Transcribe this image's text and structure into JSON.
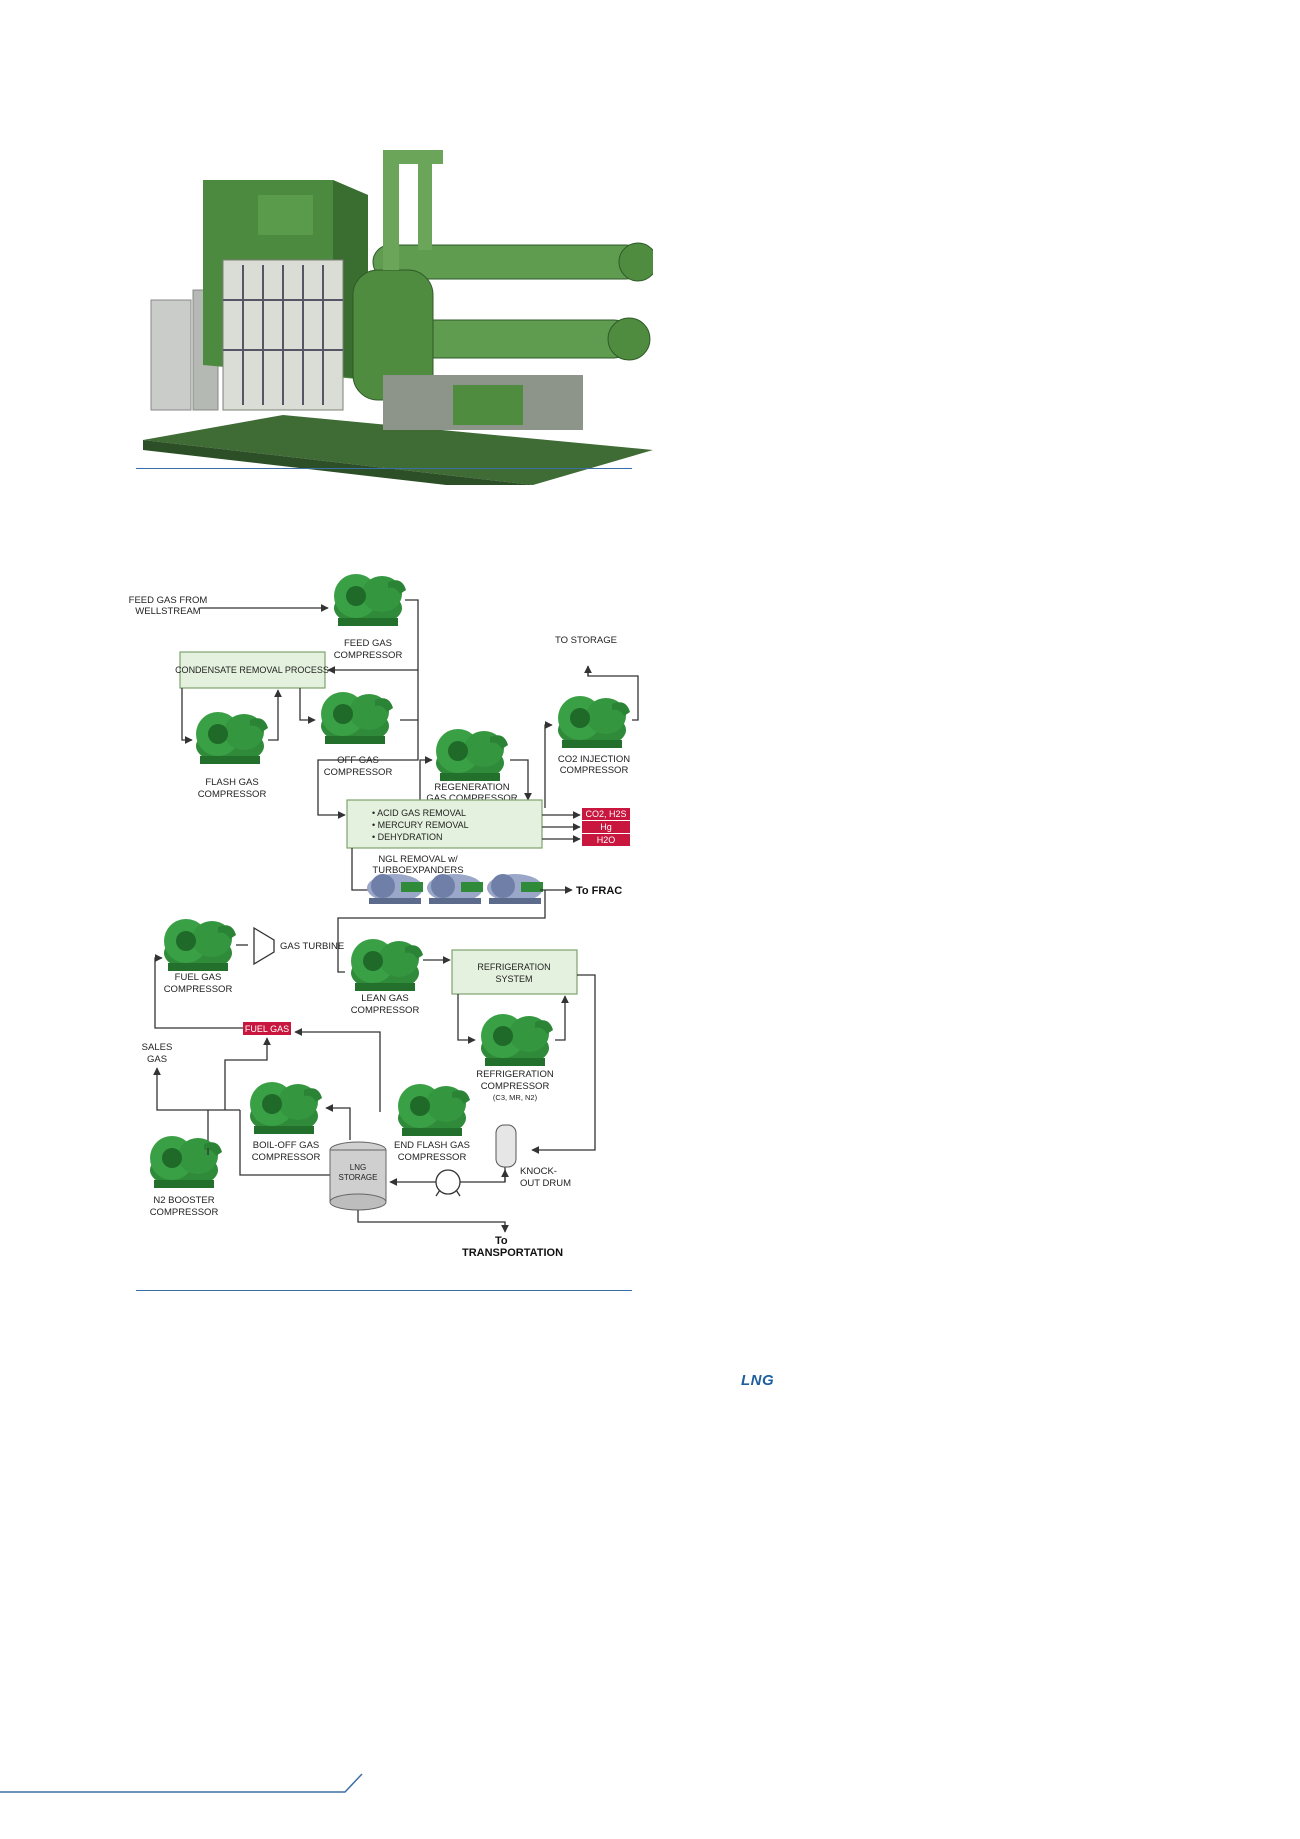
{
  "brand_mark": "LNG",
  "colors": {
    "accent_blue": "#1f5fa0",
    "rule_blue": "#3b6ea5",
    "equipment_green": "#2f8a3a",
    "process_box": "#e4f1de",
    "product_tag": "#c8163f"
  },
  "diagram": {
    "feed_gas_source": [
      "FEED GAS FROM",
      "WELLSTREAM"
    ],
    "feed_gas_compressor": [
      "FEED GAS",
      "COMPRESSOR"
    ],
    "condensate_removal": "CONDENSATE REMOVAL PROCESS",
    "flash_gas_compressor": [
      "FLASH GAS",
      "COMPRESSOR"
    ],
    "off_gas_compressor": [
      "OFF GAS",
      "COMPRESSOR"
    ],
    "to_storage": "TO STORAGE",
    "co2_injection_compressor": [
      "CO2 INJECTION",
      "COMPRESSOR"
    ],
    "regeneration_compressor": [
      "REGENERATION",
      "GAS COMPRESSOR"
    ],
    "treatment_items": [
      "• ACID GAS REMOVAL",
      "• MERCURY REMOVAL",
      "• DEHYDRATION"
    ],
    "tags": [
      "CO2, H2S",
      "Hg",
      "H2O"
    ],
    "ngl_removal": [
      "NGL REMOVAL w/",
      "TURBOEXPANDERS"
    ],
    "to_frac": "To FRAC",
    "fuel_gas_compressor": [
      "FUEL GAS",
      "COMPRESSOR"
    ],
    "gas_turbine": "GAS TURBINE",
    "lean_gas_compressor": [
      "LEAN GAS",
      "COMPRESSOR"
    ],
    "refrigeration_system": [
      "REFRIGERATION",
      "SYSTEM"
    ],
    "refrigeration_compressor": [
      "REFRIGERATION",
      "COMPRESSOR",
      "(C3, MR, N2)"
    ],
    "fuel_gas_tag": "FUEL GAS",
    "sales_gas": [
      "SALES",
      "GAS"
    ],
    "boil_off_compressor": [
      "BOIL-OFF GAS",
      "COMPRESSOR"
    ],
    "end_flash_compressor": [
      "END FLASH GAS",
      "COMPRESSOR"
    ],
    "knock_out_drum": [
      "KNOCK-",
      "OUT DRUM"
    ],
    "lng_storage": [
      "LNG",
      "STORAGE"
    ],
    "n2_booster_compressor": [
      "N2 BOOSTER",
      "COMPRESSOR"
    ],
    "to_transportation": [
      "To",
      "TRANSPORTATION"
    ]
  }
}
